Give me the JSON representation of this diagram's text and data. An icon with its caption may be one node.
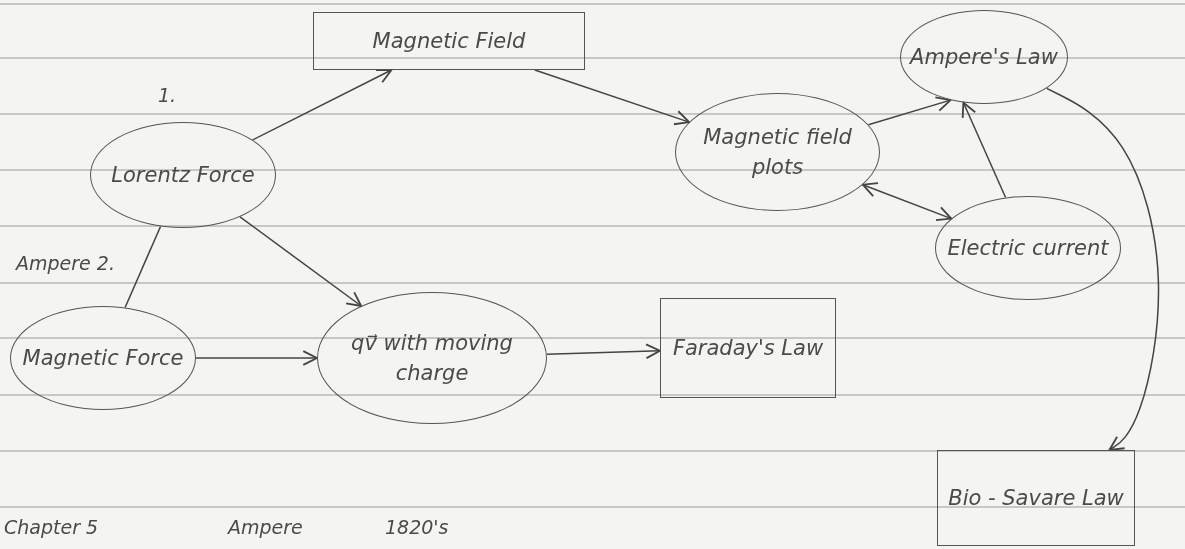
{
  "diagram": {
    "nodes": [
      {
        "text": [
          "Magnetic Field"
        ]
      },
      {
        "text": [
          "Lorentz Force"
        ],
        "beside": [
          "1."
        ]
      },
      {
        "text": [
          "Magnetic Force"
        ],
        "beside": [
          "Ampere 2."
        ]
      },
      {
        "text": [
          "qv⃗ with moving charge"
        ]
      },
      {
        "text": [
          "Faraday's Law"
        ]
      },
      {
        "text": [
          "Magnetic field plots"
        ]
      },
      {
        "text": [
          "Ampere's Law"
        ]
      },
      {
        "text": [
          "Electric current"
        ]
      },
      {
        "text": [
          "Bio - Savare Law"
        ]
      }
    ],
    "edges": [
      {
        "from": 1,
        "to": 0,
        "arrow": "to"
      },
      {
        "from": 1,
        "to": 2,
        "arrow": "none"
      },
      {
        "from": 1,
        "to": 3,
        "arrow": "to"
      },
      {
        "from": 2,
        "to": 3,
        "arrow": "to"
      },
      {
        "from": 3,
        "to": 4,
        "arrow": "to"
      },
      {
        "from": 0,
        "to": 5,
        "arrow": "to"
      },
      {
        "from": 5,
        "to": 6,
        "arrow": "to"
      },
      {
        "from": 7,
        "to": 6,
        "arrow": "to"
      },
      {
        "from": 5,
        "to": 7,
        "arrow": "both"
      },
      {
        "from": 6,
        "to": 8,
        "arrow": "to"
      }
    ],
    "labels": [
      "Chapter 5",
      "Ampere",
      "1820's"
    ]
  }
}
